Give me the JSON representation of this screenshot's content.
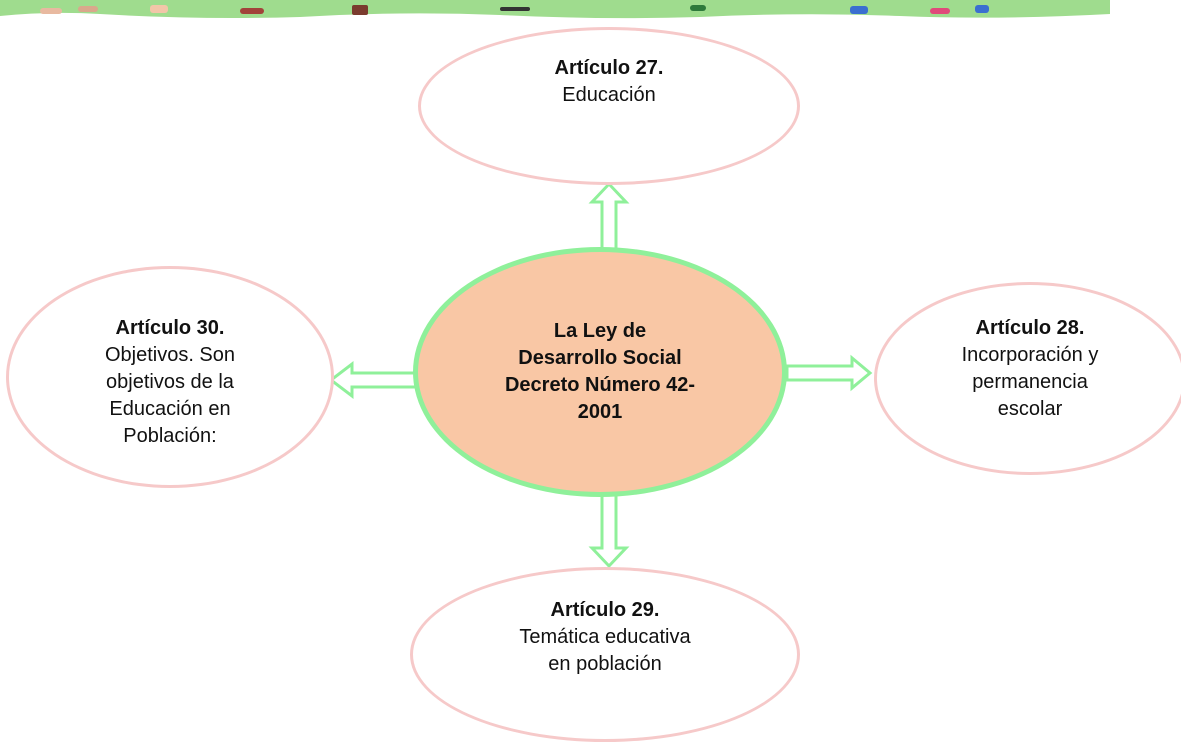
{
  "colors": {
    "center_fill": "#f9c7a5",
    "center_border": "#8ff09a",
    "leaf_border": "#f6c9c9",
    "arrow_stroke": "#8ff09a",
    "banner_green": "#9fdc8e"
  },
  "center": {
    "lines": [
      "La Ley de",
      "Desarrollo Social",
      "Decreto Número 42-",
      "2001"
    ]
  },
  "nodes": {
    "top": {
      "title": "Artículo 27.",
      "body": [
        "Educación"
      ]
    },
    "right": {
      "title": "Artículo 28.",
      "body": [
        "Incorporación y",
        "permanencia",
        "escolar"
      ]
    },
    "bottom": {
      "title": "Artículo 29.",
      "body": [
        "Temática educativa",
        "en población"
      ]
    },
    "left": {
      "title": "Artículo 30.",
      "body": [
        "Objetivos. Son",
        "objetivos de la",
        "Educación en",
        "Población:"
      ]
    }
  }
}
